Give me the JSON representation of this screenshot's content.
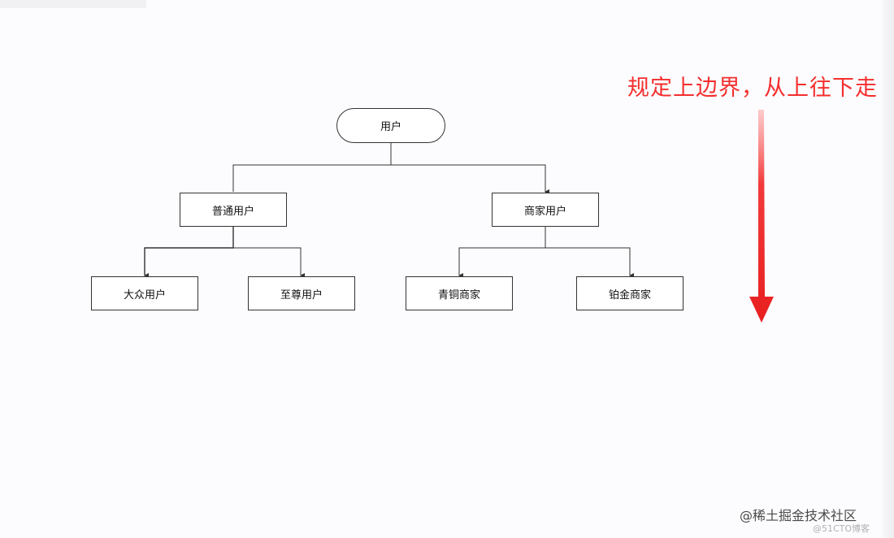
{
  "diagram": {
    "root": "用户",
    "level1": [
      "普通用户",
      "商家用户"
    ],
    "level2": [
      "大众用户",
      "至尊用户",
      "青铜商家",
      "铂金商家"
    ]
  },
  "annotation": {
    "text": "规定上边界，从上往下走",
    "color": "#f42e2e"
  },
  "watermark": {
    "primary": "@稀土掘金技术社区",
    "secondary": "@51CTO博客"
  }
}
